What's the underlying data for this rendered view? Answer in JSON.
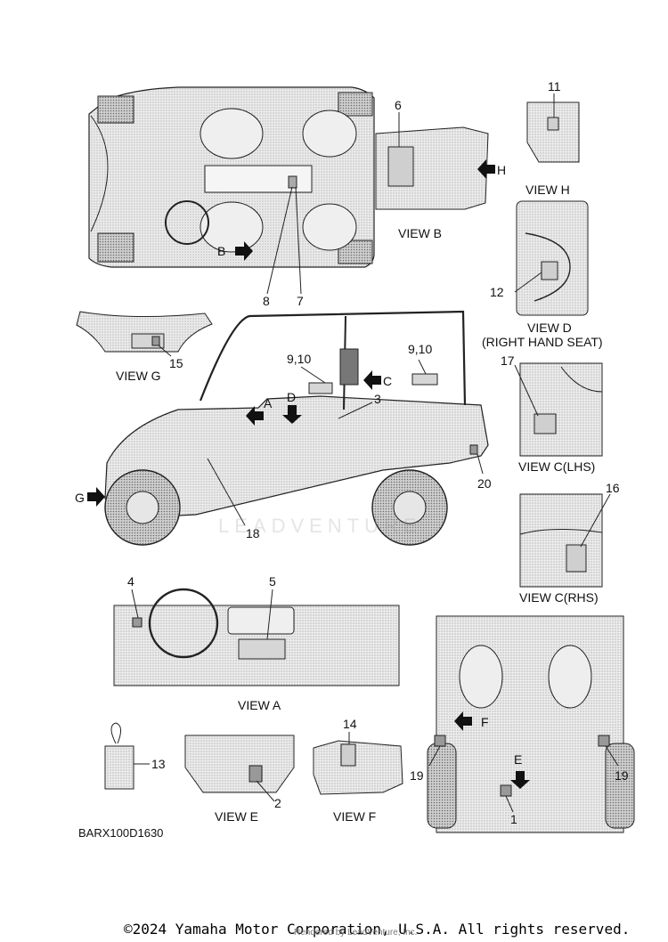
{
  "callouts": [
    "1",
    "2",
    "3",
    "4",
    "5",
    "6",
    "7",
    "8",
    "9,10",
    "9,10",
    "11",
    "12",
    "13",
    "14",
    "15",
    "16",
    "17",
    "18",
    "19",
    "19",
    "20"
  ],
  "views": {
    "b": "VIEW B",
    "h": "VIEW H",
    "d": "VIEW D",
    "d_sub": "(RIGHT HAND SEAT)",
    "g": "VIEW G",
    "c_lhs": "VIEW C(LHS)",
    "c_rhs": "VIEW C(RHS)",
    "a": "VIEW A",
    "e": "VIEW E",
    "f": "VIEW F"
  },
  "arrow_letters": {
    "b": "B",
    "h": "H",
    "a": "A",
    "d": "D",
    "c": "C",
    "g": "G",
    "f": "F",
    "e": "E"
  },
  "part_code": "BARX100D1630",
  "watermark": "LEADVENTURE",
  "copyright": "©2024 Yamaha Motor Corporation, U.S.A. All rights reserved.",
  "rendered_by": "Rendered by LeadVenture, Inc."
}
